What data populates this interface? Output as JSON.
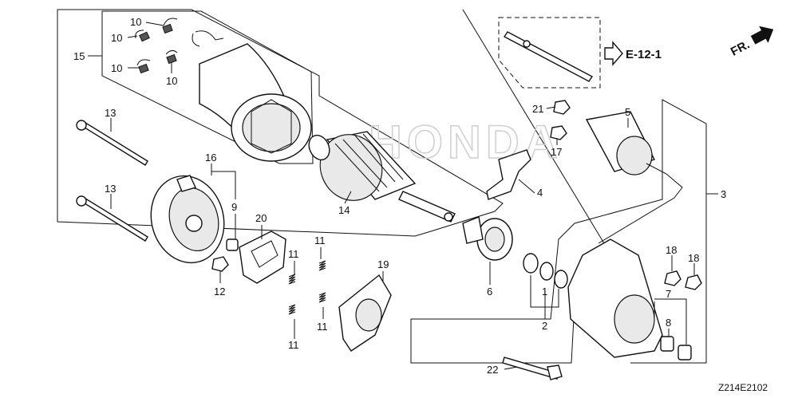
{
  "diagram": {
    "callouts": {
      "c1": "1",
      "c2": "2",
      "c3": "3",
      "c4": "4",
      "c5": "5",
      "c6": "6",
      "c7": "7",
      "c8": "8",
      "c9": "9",
      "c10a": "10",
      "c10b": "10",
      "c10c": "10",
      "c10d": "10",
      "c11a": "11",
      "c11b": "11",
      "c11c": "11",
      "c11d": "11",
      "c12": "12",
      "c13a": "13",
      "c13b": "13",
      "c14": "14",
      "c15": "15",
      "c16": "16",
      "c17": "17",
      "c18a": "18",
      "c18b": "18",
      "c19": "19",
      "c20": "20",
      "c21": "21",
      "c22": "22"
    },
    "reference": "E-12-1",
    "front_marker": "FR.",
    "diagram_code": "Z214E2102",
    "watermark": "HONDA"
  }
}
